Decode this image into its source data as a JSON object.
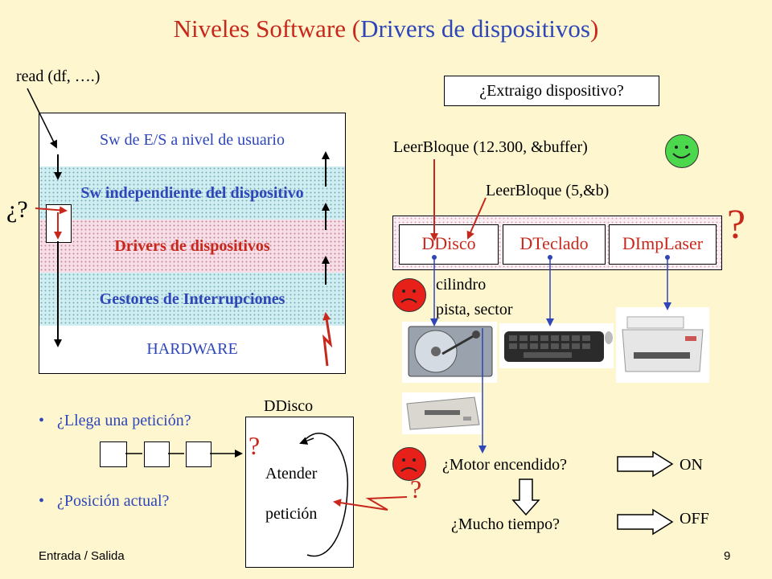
{
  "title": {
    "part1": "Niveles Software (",
    "part2": "Drivers de dispositivos",
    "part3": ")"
  },
  "call_label": "read (df, ….)",
  "layers": [
    "Sw de E/S a nivel de usuario",
    "Sw independiente del dispositivo",
    "Drivers de dispositivos",
    "Gestores de Interrupciones",
    "HARDWARE"
  ],
  "left_question": "¿?",
  "extract_question": "¿Extraigo dispositivo?",
  "read_call_1": "LeerBloque (12.300, &buffer)",
  "read_call_2": "LeerBloque (5,&b)",
  "drivers": [
    "DDisco",
    "DTeclado",
    "DImpLaser"
  ],
  "big_question": "?",
  "disk_params": [
    "cilindro",
    "pista, sector"
  ],
  "device_icons": [
    "hard-disk-icon",
    "keyboard-icon",
    "laser-printer-icon",
    "floppy-drive-icon"
  ],
  "bullets": [
    "¿Llega una petición?",
    "¿Posición actual?"
  ],
  "ddisco_label": "DDisco",
  "request_question": "?",
  "attend": [
    "Atender",
    "petición"
  ],
  "interrupt_question": "?",
  "motor_question": "¿Motor encendido?",
  "motor_on": "ON",
  "time_question": "¿Mucho tiempo?",
  "motor_off": "OFF",
  "footer_left": "Entrada / Salida",
  "page_number": "9",
  "colors": {
    "red": "#c8281c",
    "blue": "#2e46b8",
    "background": "#fdf6cf",
    "happy": "#4cd84c",
    "sad": "#e8201a"
  }
}
